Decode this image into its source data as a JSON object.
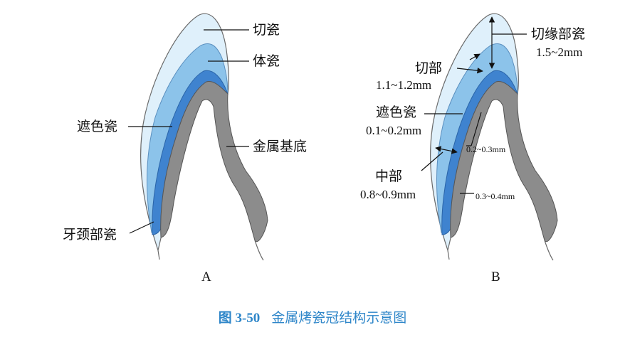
{
  "panelA": {
    "panel_label": "A",
    "labels": {
      "incisal": "切瓷",
      "body": "体瓷",
      "opaque": "遮色瓷",
      "metal": "金属基底",
      "cervical": "牙颈部瓷"
    }
  },
  "panelB": {
    "panel_label": "B",
    "labels": {
      "incisal_edge": "切缘部瓷",
      "incisal_edge_range": "1.5~2mm",
      "incisal_part": "切部",
      "incisal_part_range": "1.1~1.2mm",
      "opaque": "遮色瓷",
      "opaque_range": "0.1~0.2mm",
      "metal_thin": "0.2~0.3mm",
      "middle": "中部",
      "middle_range": "0.8~0.9mm",
      "metal_thick": "0.3~0.4mm"
    }
  },
  "caption": {
    "figure_number": "图 3-50",
    "title": "金属烤瓷冠结构示意图"
  },
  "colors": {
    "metal": "#8c8c8c",
    "opaque": "#3f83cf",
    "body": "#86bfe8",
    "incisal": "#d8ecf9",
    "outline": "#6a6a6a",
    "caption": "#2e86c9"
  }
}
